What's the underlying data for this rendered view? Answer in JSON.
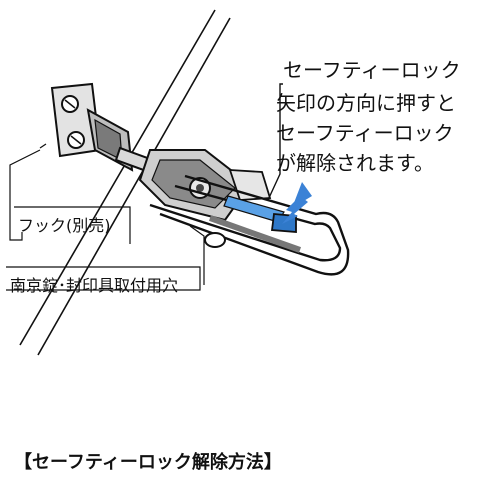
{
  "labels": {
    "safety_lock": "セーフティーロック",
    "instruction_lines": [
      "矢印の方向に押すと",
      "セーフティーロック",
      "が解除されます。"
    ],
    "hook": "フック(別売)",
    "padlock_hole": "南京錠･封印具取付用穴"
  },
  "caption": "【セーフティーロック解除方法】",
  "colors": {
    "line": "#111111",
    "arrow": "#3b82d6",
    "lock_tab": "#2f78c8",
    "metal_light": "#d9d9d9",
    "metal_dark": "#555555"
  }
}
